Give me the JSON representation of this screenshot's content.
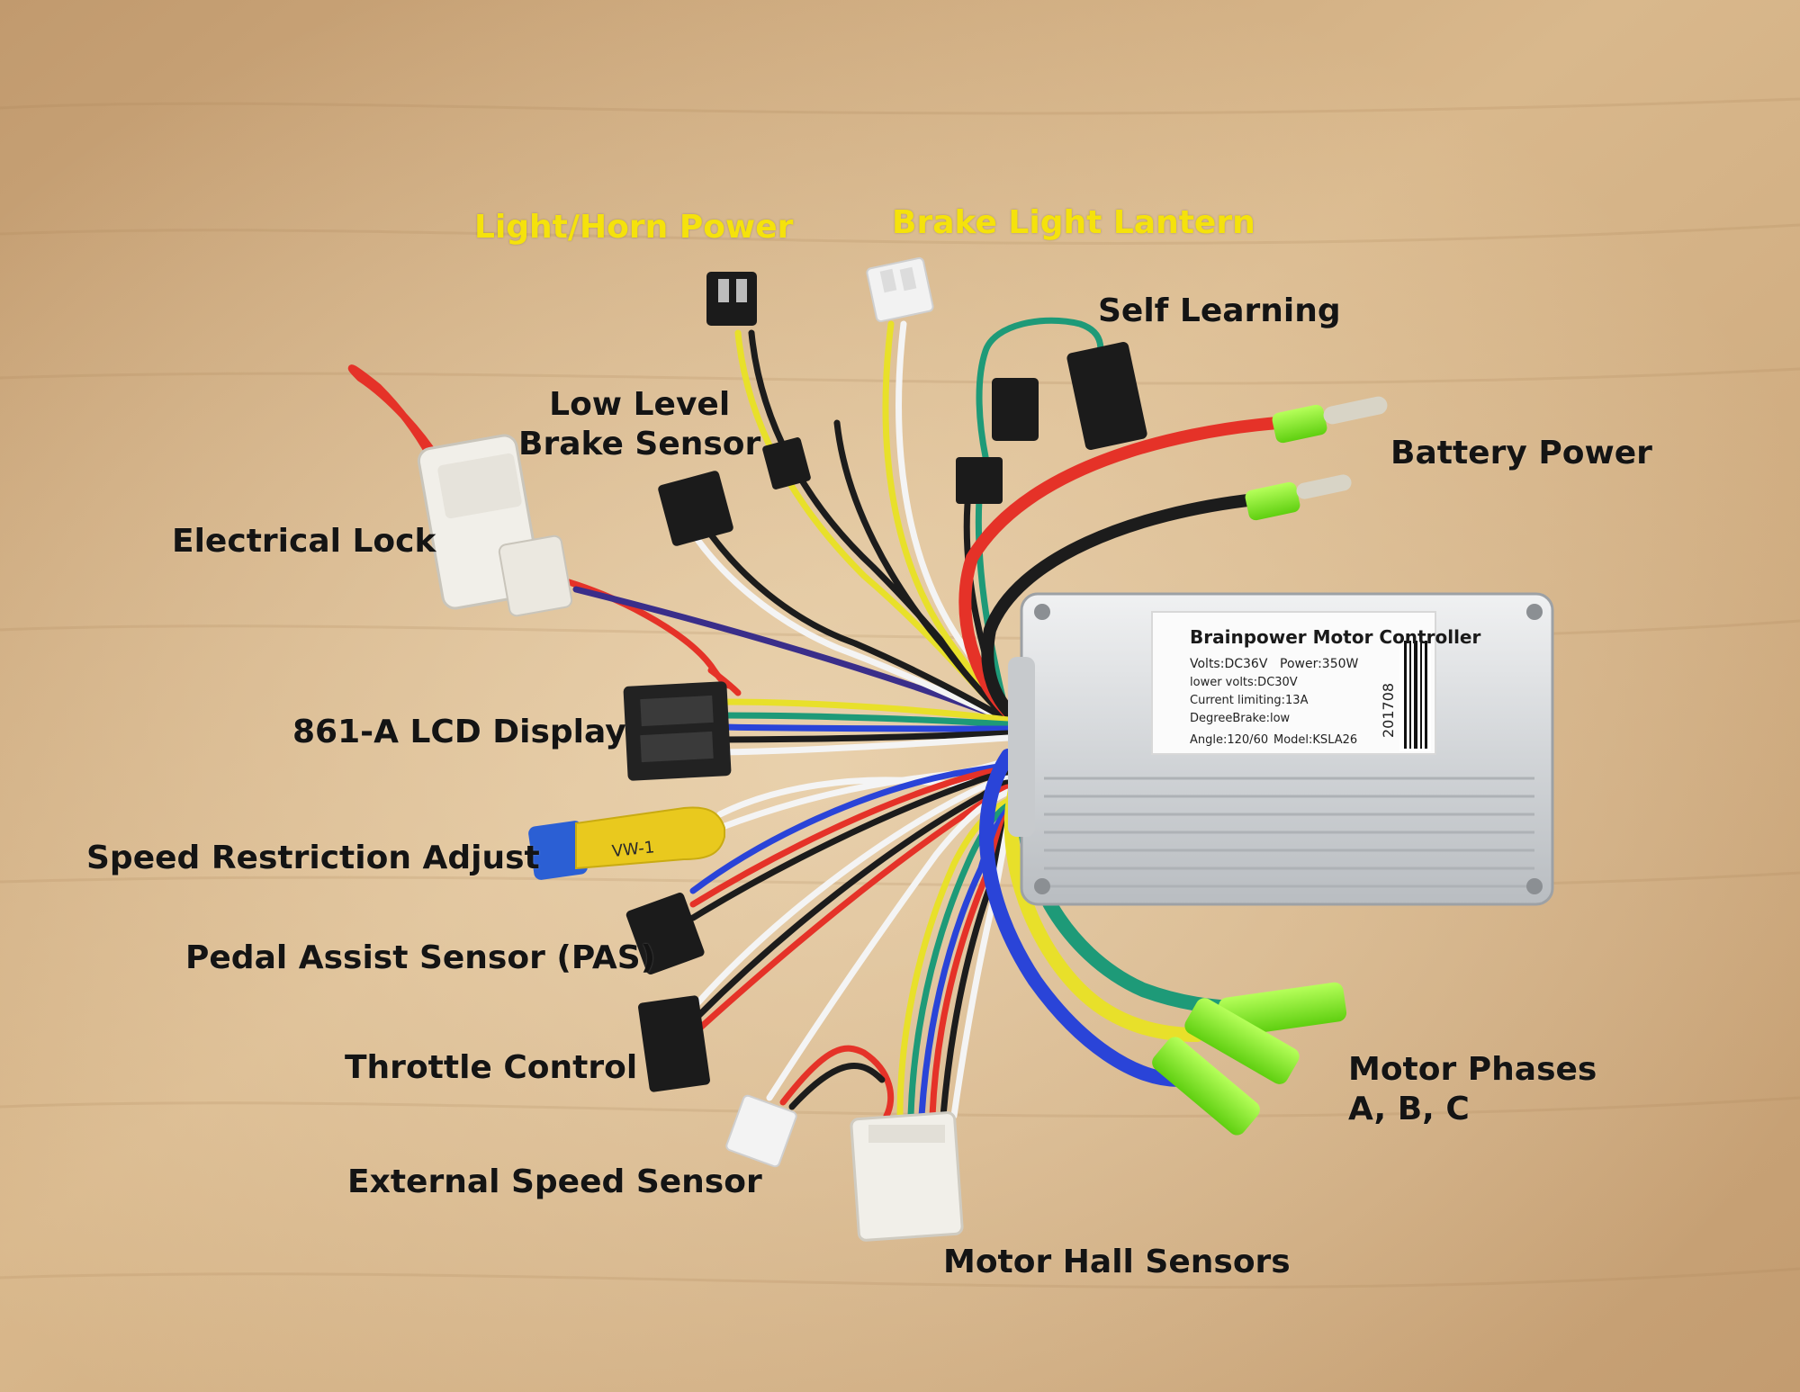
{
  "labels": {
    "light_horn_power": "Light/Horn Power",
    "brake_light_lantern": "Brake Light Lantern",
    "self_learning": "Self Learning",
    "low_level_brake_sensor": [
      "Low Level",
      "Brake Sensor"
    ],
    "battery_power": "Battery Power",
    "electrical_lock": "Electrical Lock",
    "lcd_display": "861-A LCD Display",
    "speed_restriction_adjust": "Speed Restriction Adjust",
    "pedal_assist_sensor": "Pedal Assist Sensor (PAS)",
    "throttle_control": "Throttle Control",
    "external_speed_sensor": "External Speed Sensor",
    "motor_hall_sensors": "Motor Hall Sensors",
    "motor_phases": [
      "Motor Phases",
      "A, B, C"
    ]
  },
  "controller_sticker": {
    "title": "Brainpower Motor Controller",
    "volts": "Volts:DC36V",
    "power": "Power:350W",
    "lower_volts": "lower volts:DC30V",
    "current_limiting": "Current limiting:13A",
    "degree_brake": "DegreeBrake:low",
    "angle": "Angle:120/60",
    "model": "Model:KSLA26",
    "serial": "201708"
  },
  "connector_print": "VW-1",
  "colors": {
    "wood": "#c9a47a",
    "wood_dark": "#b88f63",
    "label_yellow": "#f5e20c",
    "label_dark": "#141414",
    "wire_red": "#e53228",
    "wire_black": "#1c1c1c",
    "wire_yellow": "#e8e02a",
    "wire_blue": "#2a44d8",
    "wire_green": "#1e9a78",
    "wire_white": "#f4f4f4",
    "wire_purple": "#3a2e8a",
    "sleeve_green": "#7cf21c",
    "housing": "#dadcde"
  }
}
